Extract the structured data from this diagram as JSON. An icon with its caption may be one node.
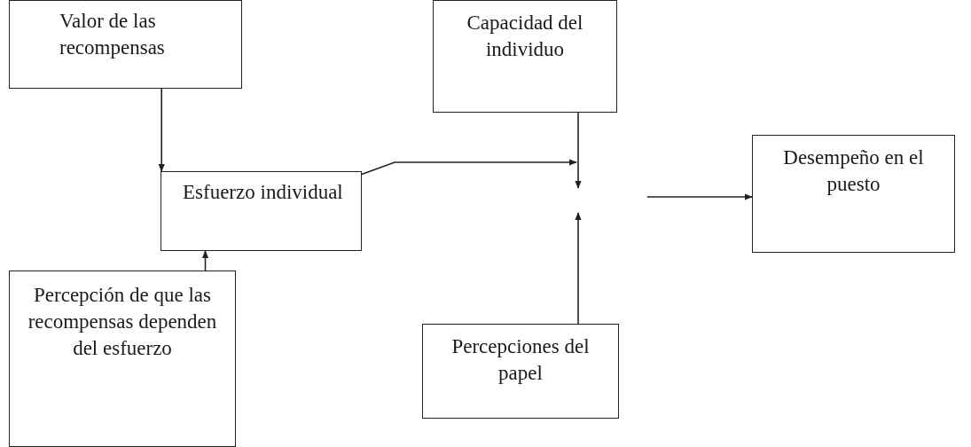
{
  "diagram": {
    "nodes": [
      {
        "text": [
          "Valor de las recompensas"
        ]
      },
      {
        "text": [
          "Capacidad del individuo"
        ]
      },
      {
        "text": [
          "Esfuerzo individual"
        ]
      },
      {
        "text": [
          "Desempeño en el puesto"
        ]
      },
      {
        "text": [
          "Percepción de que las recompensas dependen del esfuerzo"
        ]
      },
      {
        "text": [
          "Percepciones del papel"
        ]
      }
    ],
    "edges": [
      {
        "from": 0,
        "to": 2,
        "arrow": "to"
      },
      {
        "from": 4,
        "to": 2,
        "arrow": "to"
      },
      {
        "from": 2,
        "to": null,
        "arrow": "to"
      },
      {
        "from": 1,
        "to": null,
        "arrow": "to"
      },
      {
        "from": 5,
        "to": null,
        "arrow": "to"
      },
      {
        "from": null,
        "to": 3,
        "arrow": "to"
      }
    ]
  }
}
